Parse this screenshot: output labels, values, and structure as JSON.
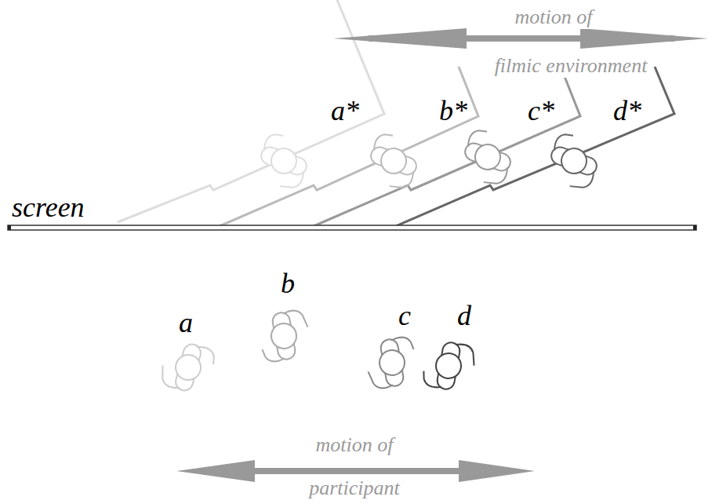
{
  "diagram": {
    "labels": [
      "motion of",
      "filmic environment",
      "a*",
      "b*",
      "c*",
      "d*",
      "screen",
      "a",
      "b",
      "c",
      "d",
      "motion of",
      "participant"
    ]
  }
}
